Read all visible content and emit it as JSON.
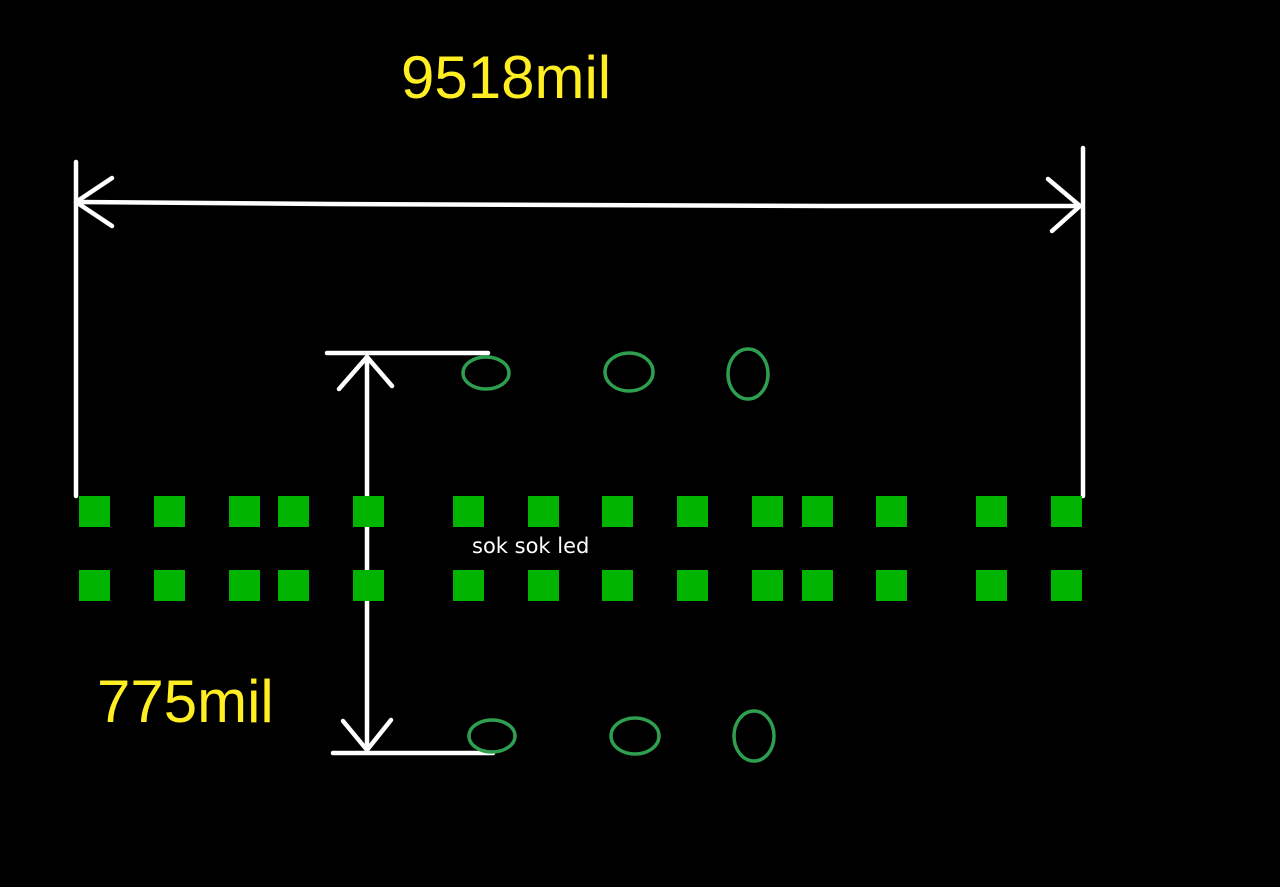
{
  "labels": {
    "width_dimension": "9518mil",
    "height_dimension": "775mil",
    "note": "sok sok led"
  },
  "colors": {
    "background": "#000000",
    "dimension_text": "#ffee22",
    "dimension_lines": "#ffffff",
    "pads": "#00b400",
    "mounting_holes": "#2e9e4f"
  },
  "pads": {
    "rows": 2,
    "per_row": 14
  },
  "mounting_holes": {
    "top_row": 3,
    "bottom_row": 3
  }
}
